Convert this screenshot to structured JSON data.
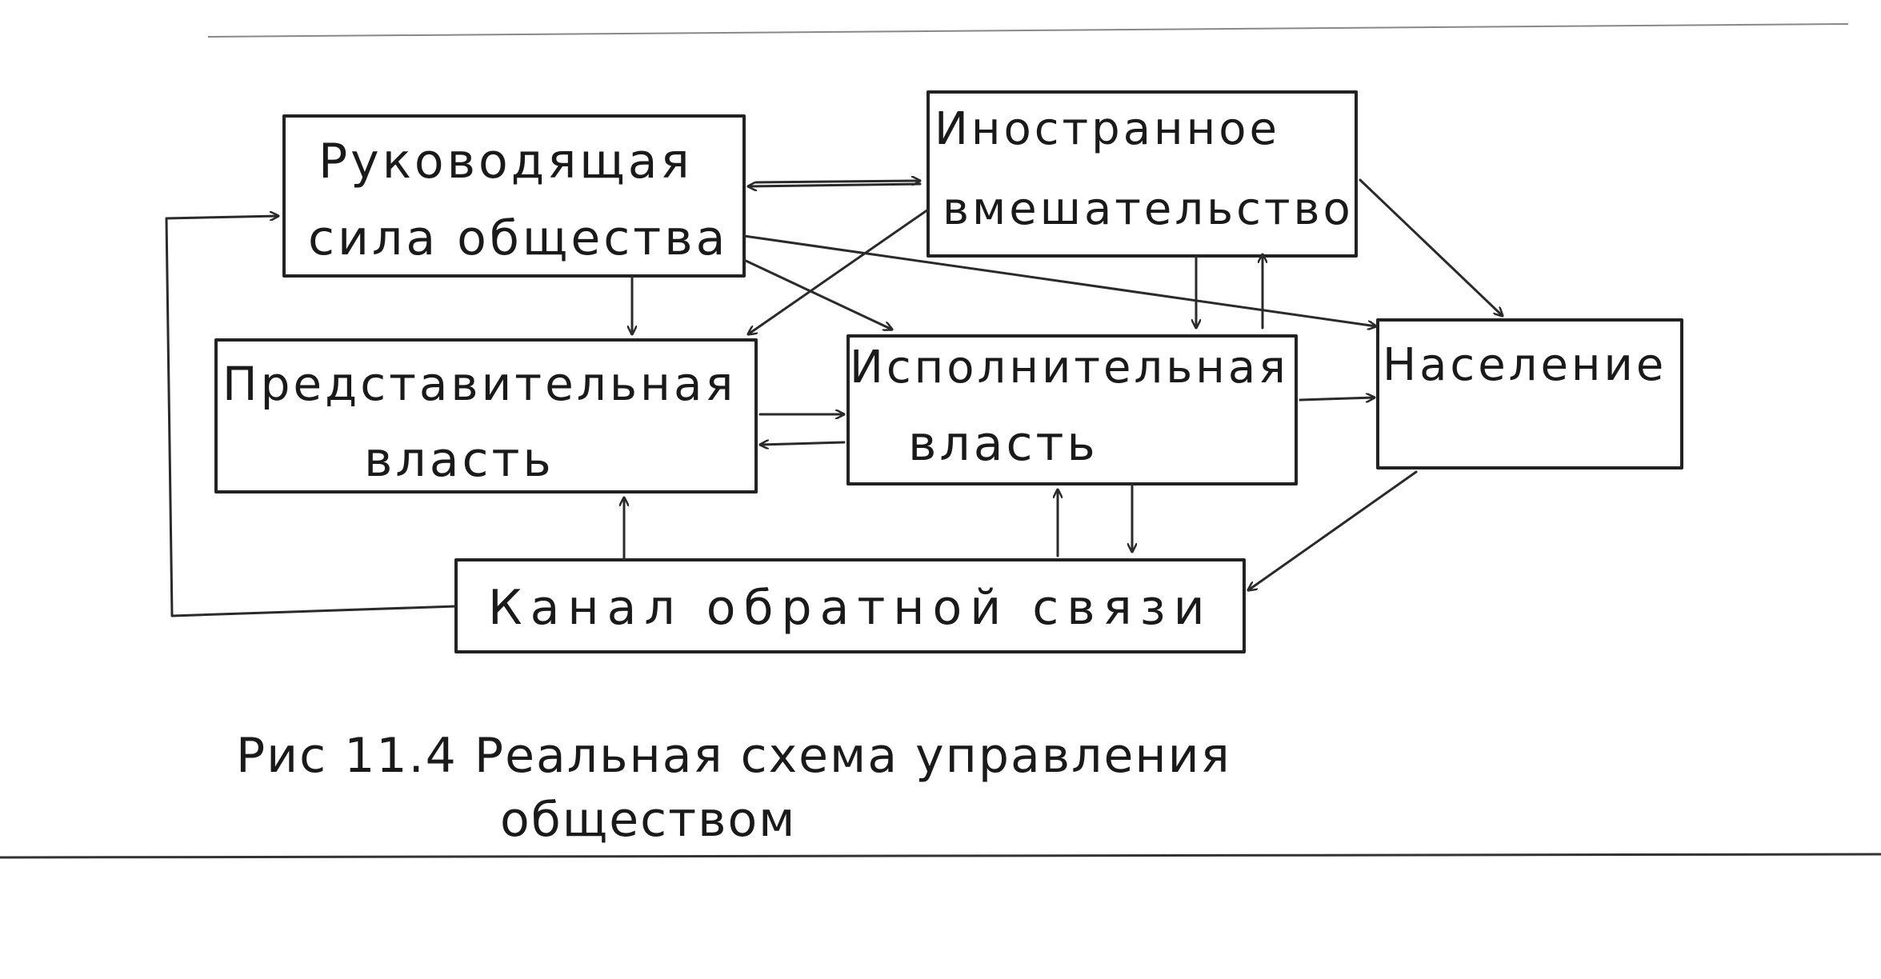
{
  "diagram": {
    "nodes": {
      "leading_force": {
        "line1": "Руководящая",
        "line2": "сила общества"
      },
      "foreign": {
        "line1": "Иностранное",
        "line2": "вмешательство"
      },
      "representative": {
        "line1": "Представительная",
        "line2": "власть"
      },
      "executive": {
        "line1": "Исполнительная",
        "line2": "власть"
      },
      "population": {
        "line1": "Население"
      },
      "feedback": {
        "line1": "Канал обратной связи"
      }
    },
    "caption": {
      "line1": "Рис 11.4 Реальная схема управления",
      "line2": "обществом"
    }
  },
  "colors": {
    "ink": "#222222",
    "paper": "#ffffff"
  }
}
